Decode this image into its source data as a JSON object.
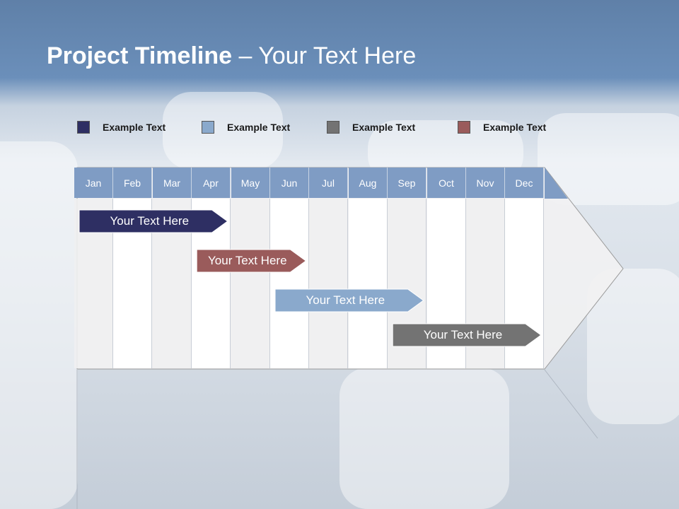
{
  "title": {
    "bold": "Project Timeline",
    "rest": " – Your Text Here"
  },
  "legend": [
    {
      "label": "Example Text",
      "color": "#2e2f63"
    },
    {
      "label": "Example Text",
      "color": "#8aa9cc"
    },
    {
      "label": "Example Text",
      "color": "#737373"
    },
    {
      "label": "Example Text",
      "color": "#9a5b5b"
    }
  ],
  "months": [
    "Jan",
    "Feb",
    "Mar",
    "Apr",
    "May",
    "Jun",
    "Jul",
    "Aug",
    "Sep",
    "Oct",
    "Nov",
    "Dec"
  ],
  "tasks": [
    {
      "label": "Your  Text Here",
      "color": "#2e2f63",
      "start_month": "Jan",
      "end_month": "Apr"
    },
    {
      "label": "Your  Text Here",
      "color": "#9a5b5b",
      "start_month": "Apr",
      "end_month": "Jun"
    },
    {
      "label": "Your  Text Here",
      "color": "#8aa9cc",
      "start_month": "Jun",
      "end_month": "Sep"
    },
    {
      "label": "Your  Text Here",
      "color": "#737373",
      "start_month": "Sep",
      "end_month": "Dec"
    }
  ]
}
